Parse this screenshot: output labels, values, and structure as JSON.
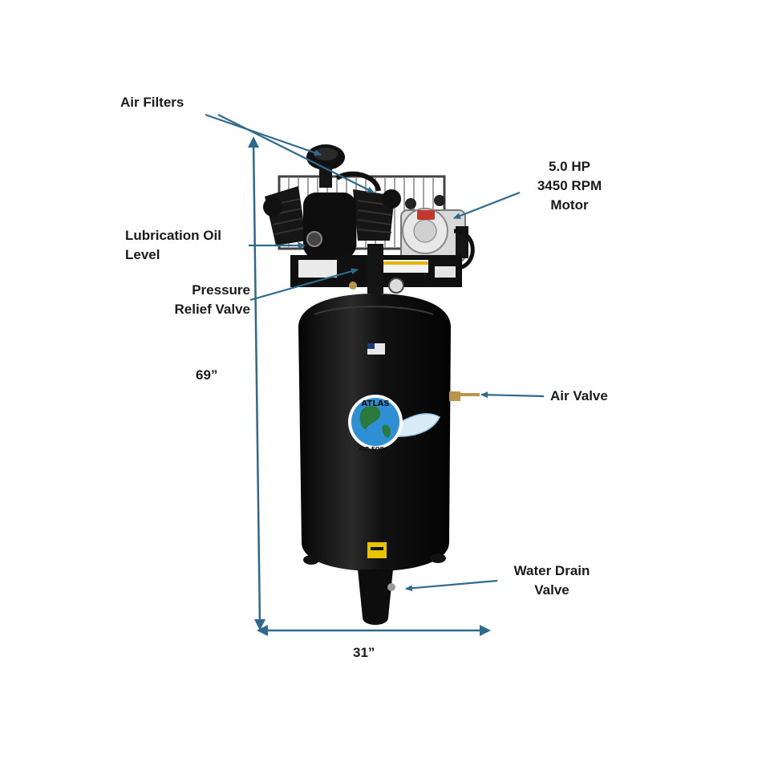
{
  "labels": {
    "air_filters": "Air Filters",
    "motor_line1": "5.0 HP",
    "motor_line2": "3450 RPM",
    "motor_line3": "Motor",
    "lube_line1": "Lubrication Oil",
    "lube_line2": "Level",
    "relief_line1": "Pressure",
    "relief_line2": "Relief Valve",
    "height": "69”",
    "air_valve": "Air Valve",
    "drain_line1": "Water Drain",
    "drain_line2": "Valve",
    "width": "31”"
  },
  "brand": {
    "name": "ATLAS",
    "sub": "AIR FORCE"
  },
  "colors": {
    "arrow": "#2e6a8e",
    "tank": "#0d0d0d",
    "logo_blue": "#2f8fd4"
  }
}
